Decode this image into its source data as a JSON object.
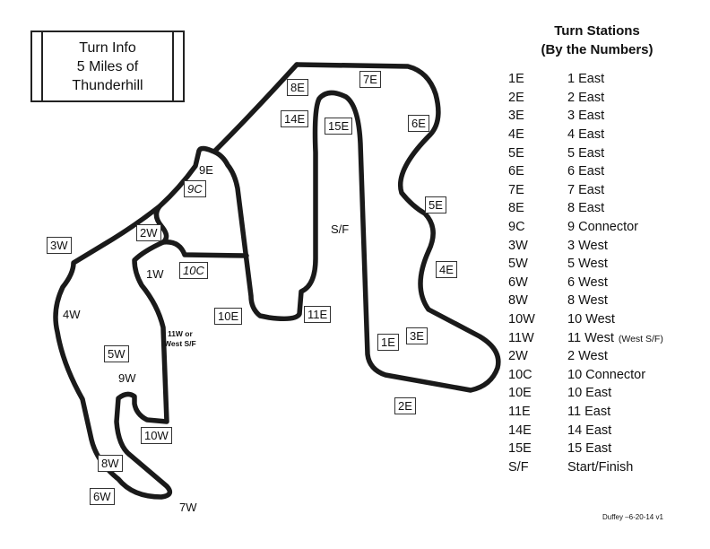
{
  "title_box": {
    "lines": [
      "Turn Info",
      "5 Miles of",
      "Thunderhill"
    ]
  },
  "legend": {
    "title_lines": [
      "Turn Stations",
      "(By the Numbers)"
    ],
    "items": [
      {
        "code": "1E",
        "name": "1 East"
      },
      {
        "code": "2E",
        "name": "2 East"
      },
      {
        "code": "3E",
        "name": "3 East"
      },
      {
        "code": "4E",
        "name": "4 East"
      },
      {
        "code": "5E",
        "name": "5 East"
      },
      {
        "code": "6E",
        "name": "6 East"
      },
      {
        "code": "7E",
        "name": "7 East"
      },
      {
        "code": "8E",
        "name": "8 East"
      },
      {
        "code": "9C",
        "name": "9 Connector"
      },
      {
        "code": "3W",
        "name": "3 West"
      },
      {
        "code": "5W",
        "name": "5 West"
      },
      {
        "code": "6W",
        "name": "6 West"
      },
      {
        "code": "8W",
        "name": "8 West"
      },
      {
        "code": "10W",
        "name": "10 West"
      },
      {
        "code": "11W",
        "name": "11 West",
        "note": "(West S/F)"
      },
      {
        "code": "2W",
        "name": "2 West"
      },
      {
        "code": "10C",
        "name": "10 Connector"
      },
      {
        "code": "10E",
        "name": "10 East"
      },
      {
        "code": "11E",
        "name": "11 East"
      },
      {
        "code": "14E",
        "name": "14 East"
      },
      {
        "code": "15E",
        "name": "15 East"
      },
      {
        "code": "S/F",
        "name": "Start/Finish"
      }
    ]
  },
  "map_labels": {
    "l_1e": "1E",
    "l_2e": "2E",
    "l_3e": "3E",
    "l_4e": "4E",
    "l_5e": "5E",
    "l_6e": "6E",
    "l_7e": "7E",
    "l_8e": "8E",
    "l_9e": "9E",
    "l_9c": "9C",
    "l_10c": "10C",
    "l_10e": "10E",
    "l_11e": "11E",
    "l_14e": "14E",
    "l_15e": "15E",
    "l_sf": "S/F",
    "l_1w": "1W",
    "l_2w": "2W",
    "l_3w": "3W",
    "l_4w": "4W",
    "l_5w": "5W",
    "l_6w": "6W",
    "l_7w": "7W",
    "l_8w": "8W",
    "l_9w": "9W",
    "l_10w": "10W",
    "l_11w_1": "11W or",
    "l_11w_2": "West S/F"
  },
  "track_color": "#1a1a1a",
  "footer": "Duffey –6-20-14  v1"
}
